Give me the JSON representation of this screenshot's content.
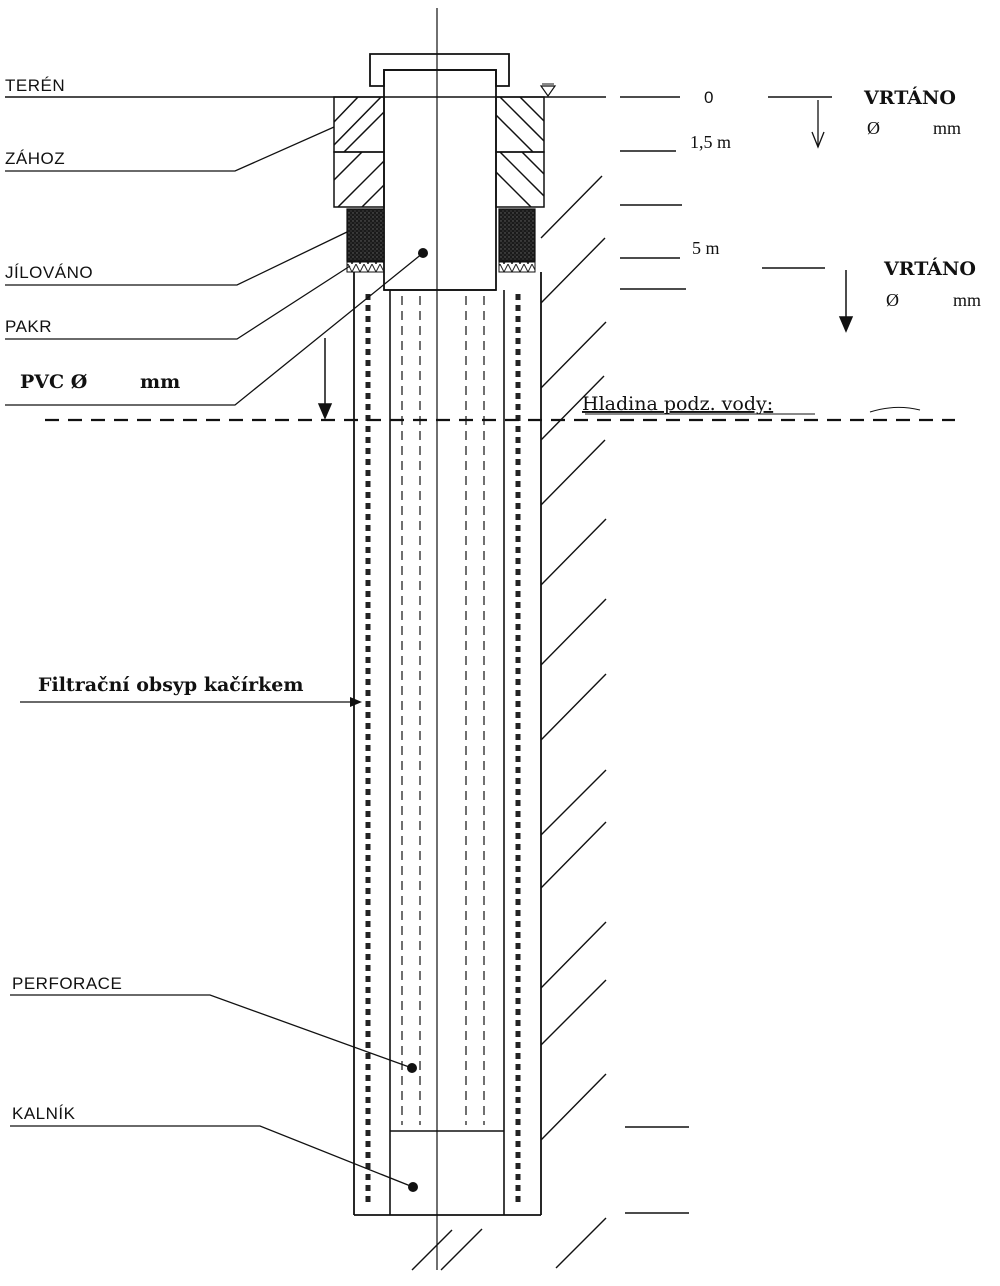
{
  "labels": {
    "teren": "TERÉN",
    "zahoz": "ZÁHOZ",
    "jilovano": "JÍLOVÁNO",
    "pakr": "PAKR",
    "pvc": "PVC Ø",
    "pvc_unit": "mm",
    "filtracni": "Filtrační obsyp kačírkem",
    "perforace": "PERFORACE",
    "kalnik": "KALNÍK",
    "hladina": "Hladina podz. vody:"
  },
  "depths": {
    "d0": "0",
    "d1": "1,5 m",
    "d5": "5 m"
  },
  "drilled_upper": {
    "title": "VRTÁNO",
    "diam": "Ø",
    "unit": "mm"
  },
  "drilled_lower": {
    "title": "VRTÁNO",
    "diam": "Ø",
    "unit": "mm"
  }
}
